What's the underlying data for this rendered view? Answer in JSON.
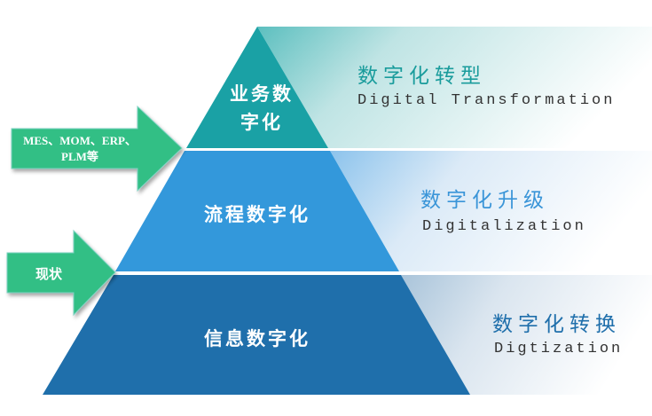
{
  "levels": [
    {
      "label": "业务数字化",
      "title_cn": "数字化转型",
      "title_en": "Digital Transformation",
      "color": "#1aa1a5",
      "title_color": "#1a9c9c"
    },
    {
      "label": "流程数字化",
      "title_cn": "数字化升级",
      "title_en": "Digitalization",
      "color": "#3398db",
      "title_color": "#3a95d8"
    },
    {
      "label": "信息数字化",
      "title_cn": "数字化转换",
      "title_en": "Digtization",
      "color": "#1f6fab",
      "title_color": "#1f6fab"
    }
  ],
  "arrows": [
    {
      "label_line1": "MES、MOM、ERP、",
      "label_line2": "PLM等"
    },
    {
      "label": "现状"
    }
  ],
  "arrow_color": "#33bf85"
}
